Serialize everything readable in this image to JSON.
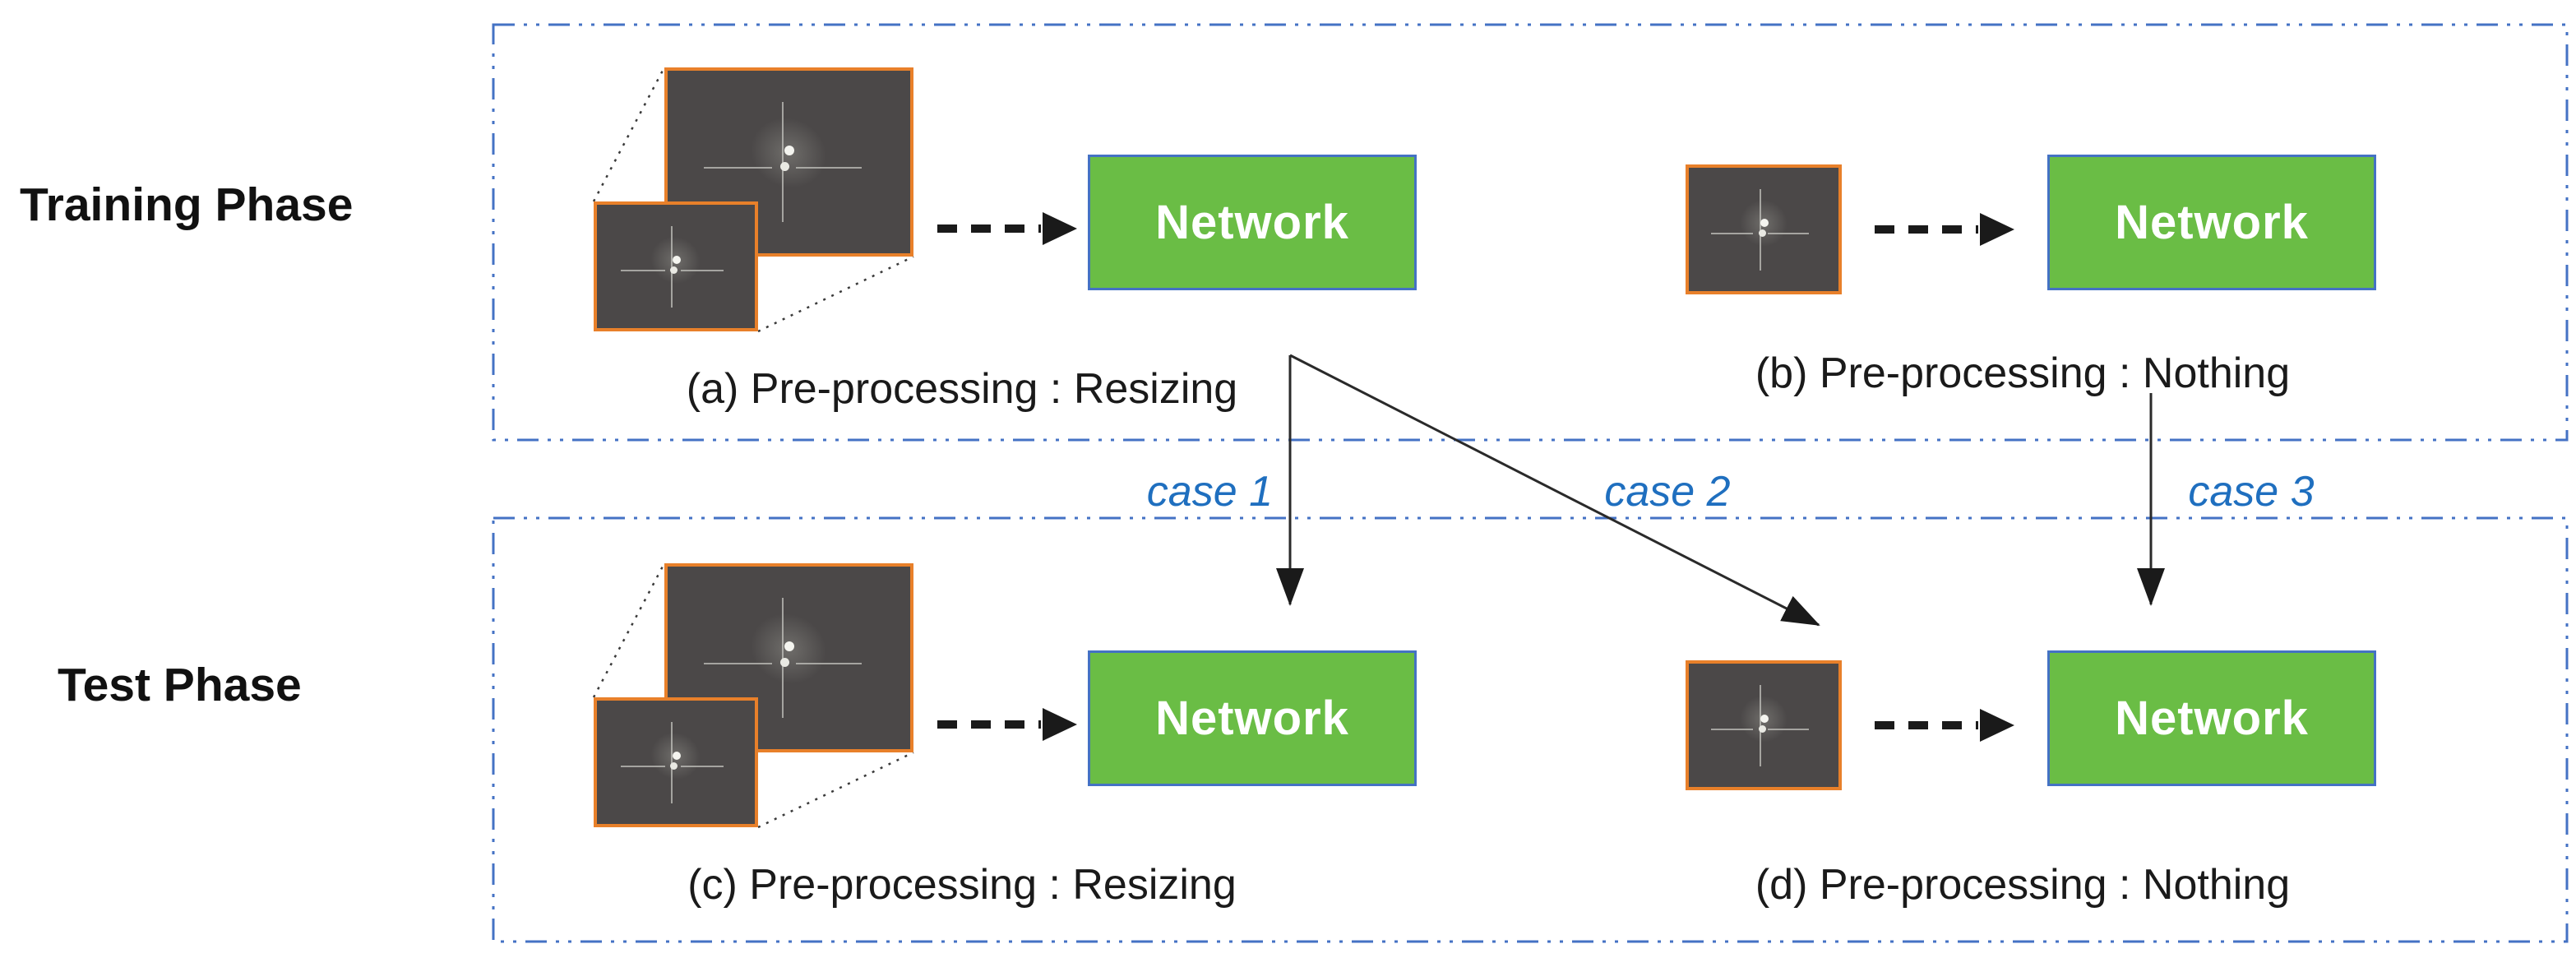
{
  "figure": {
    "training_phase_label": "Training Phase",
    "test_phase_label": "Test Phase",
    "network_label": "Network",
    "captions": {
      "a": "(a) Pre-processing : Resizing",
      "b": "(b) Pre-processing : Nothing",
      "c": "(c) Pre-processing : Resizing",
      "d": "(d) Pre-processing : Nothing"
    },
    "cases": [
      {
        "label": "case 1"
      },
      {
        "label": "case 2"
      },
      {
        "label": "case 3"
      }
    ],
    "colors": {
      "phase_box_border_blue": "#4472c4",
      "case_label_blue": "#1f6fbf",
      "network_green": "#6abd45",
      "network_border_blue": "#4472c4",
      "image_border_orange": "#e8802a",
      "image_background_gray": "#4b4848",
      "arrow_black": "#1a1a1a"
    }
  }
}
